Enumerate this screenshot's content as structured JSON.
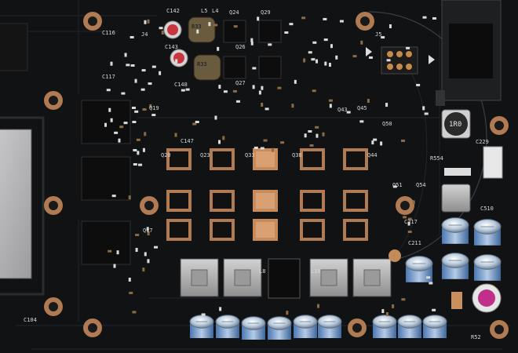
{
  "board": {
    "inductor_marking": "R33",
    "choke_marking": "1R0"
  },
  "silkscreen": [
    "C142",
    "L5",
    "L4",
    "Q24",
    "Q29",
    "C143",
    "Q26",
    "Q27",
    "C116",
    "C117",
    "C148",
    "Q19",
    "Q20",
    "Q23",
    "Q33",
    "Q38",
    "Q44",
    "Q17",
    "C147",
    "L8",
    "L10",
    "C211",
    "C217",
    "C510",
    "C229",
    "C104",
    "R554",
    "R52",
    "Q43",
    "Q50",
    "Q51",
    "Q54",
    "Q45",
    "J4",
    "J5"
  ],
  "colors": {
    "pcb": "#101214",
    "copper_pad": "#b07a52",
    "mosfet_pad": "#c78a5a",
    "silkscreen": "#d8d8d8",
    "cap_blue": "#8fb3d8",
    "cap_magenta": "#c0308a",
    "heatsink_plate": "#b9b9bb"
  }
}
